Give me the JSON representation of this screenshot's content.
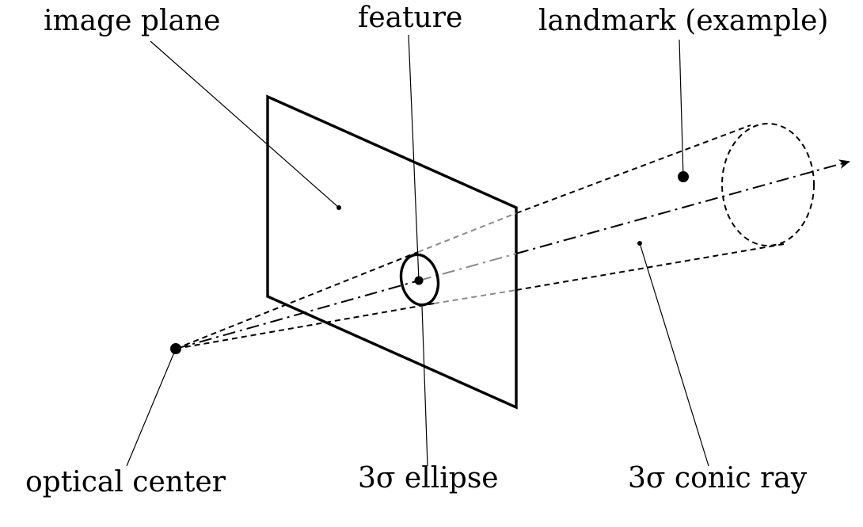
{
  "labels": {
    "image_plane": "image plane",
    "feature": "feature",
    "landmark": "landmark (example)",
    "optical_center": "optical center",
    "ellipse": "3σ ellipse",
    "conic_ray": "3σ conic ray"
  }
}
